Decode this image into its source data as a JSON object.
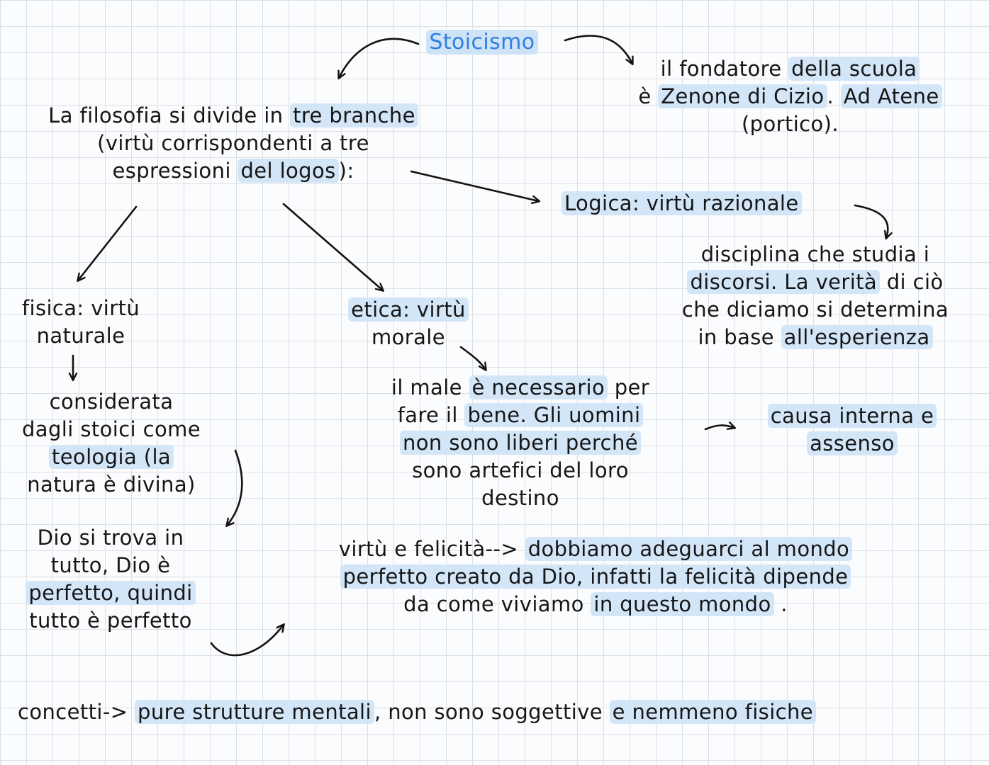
{
  "meta": {
    "language": "it",
    "ink_color": "#121212",
    "title_color": "#2e7fe0",
    "highlight_color": "#d2e6f8",
    "paper_grid_color": "#dcdfe4"
  },
  "nodes": {
    "title": {
      "segments": [
        [
          "Stoicismo",
          true
        ]
      ]
    },
    "founder": {
      "segments": [
        [
          "il fondatore ",
          false
        ],
        [
          "della scuola",
          true
        ],
        [
          "\nè ",
          false
        ],
        [
          "Zenone di Cizio",
          true
        ],
        [
          ". ",
          false
        ],
        [
          "Ad Atene",
          true
        ],
        [
          "\n(portico).",
          false
        ]
      ]
    },
    "filosofia": {
      "segments": [
        [
          "La filosofia si divide in ",
          false
        ],
        [
          "tre branche",
          true
        ],
        [
          "\n(virtù corrispondenti a tre\nespressioni ",
          false
        ],
        [
          "del logos",
          true
        ],
        [
          "):",
          false
        ]
      ]
    },
    "logica": {
      "segments": [
        [
          "Logica: virtù razionale",
          true
        ]
      ]
    },
    "disciplina": {
      "segments": [
        [
          "disciplina che studia i\n",
          false
        ],
        [
          "discorsi. La verità",
          true
        ],
        [
          " di ciò\nche diciamo si determina\nin base ",
          false
        ],
        [
          "all'esperienza",
          true
        ]
      ]
    },
    "fisica": {
      "segments": [
        [
          "fisica: virtù\nnaturale",
          false
        ]
      ]
    },
    "etica": {
      "segments": [
        [
          "etica: virtù",
          true
        ],
        [
          "\nmorale",
          false
        ]
      ]
    },
    "male": {
      "segments": [
        [
          "il male ",
          false
        ],
        [
          "è necessario",
          true
        ],
        [
          " per\nfare il ",
          false
        ],
        [
          "bene. Gli uomini",
          true
        ],
        [
          "\n",
          false
        ],
        [
          "non sono liberi perché",
          true
        ],
        [
          "\nsono artefici del loro\ndestino",
          false
        ]
      ]
    },
    "causa": {
      "segments": [
        [
          "causa interna e",
          true
        ],
        [
          "\n",
          false
        ],
        [
          "assenso",
          true
        ]
      ]
    },
    "considerata": {
      "segments": [
        [
          "considerata\ndagli stoici come\n",
          false
        ],
        [
          "teologia (la",
          true
        ],
        [
          "\nnatura è divina)",
          false
        ]
      ]
    },
    "dio": {
      "segments": [
        [
          "Dio si trova in\ntutto, Dio è\n",
          false
        ],
        [
          "perfetto, quindi",
          true
        ],
        [
          "\ntutto è perfetto",
          false
        ]
      ]
    },
    "virtu": {
      "segments": [
        [
          "virtù e felicità--> ",
          false
        ],
        [
          "dobbiamo adeguarci al mondo",
          true
        ],
        [
          "\n",
          false
        ],
        [
          "perfetto creato da Dio, infatti la felicità dipende",
          true
        ],
        [
          "\nda come viviamo ",
          false
        ],
        [
          "in questo mondo",
          true
        ],
        [
          " .",
          false
        ]
      ]
    },
    "concetti": {
      "segments": [
        [
          "concetti-> ",
          false
        ],
        [
          "pure strutture mentali",
          true
        ],
        [
          ", non sono soggettive ",
          false
        ],
        [
          "e nemmeno fisiche",
          true
        ]
      ]
    }
  },
  "edges": [
    {
      "from": "stoicismo",
      "to": "filosofia"
    },
    {
      "from": "stoicismo",
      "to": "fondatore"
    },
    {
      "from": "filosofia",
      "to": "fisica"
    },
    {
      "from": "filosofia",
      "to": "etica"
    },
    {
      "from": "filosofia",
      "to": "logica"
    },
    {
      "from": "logica",
      "to": "disciplina"
    },
    {
      "from": "fisica",
      "to": "considerata"
    },
    {
      "from": "etica",
      "to": "male"
    },
    {
      "from": "male",
      "to": "causa"
    },
    {
      "from": "considerata",
      "to": "dio"
    },
    {
      "from": "dio",
      "to": "virtu-e-felicita"
    }
  ]
}
